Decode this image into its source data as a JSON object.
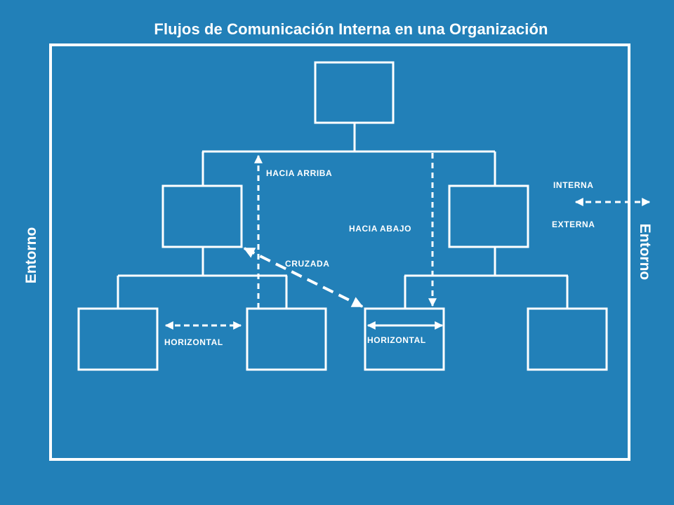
{
  "title": "Flujos de Comunicación Interna en una Organización",
  "environment": {
    "left_label": "Entorno",
    "right_label": "Entorno"
  },
  "flows": {
    "up": "HACIA ARRIBA",
    "down": "HACIA ABAJO",
    "cross": "CRUZADA",
    "horizontal_left": "HORIZONTAL",
    "horizontal_right": "HORIZONTAL",
    "internal": "INTERNA",
    "external": "EXTERNA"
  },
  "colors": {
    "background": "#2280b8",
    "lines": "#ffffff"
  }
}
